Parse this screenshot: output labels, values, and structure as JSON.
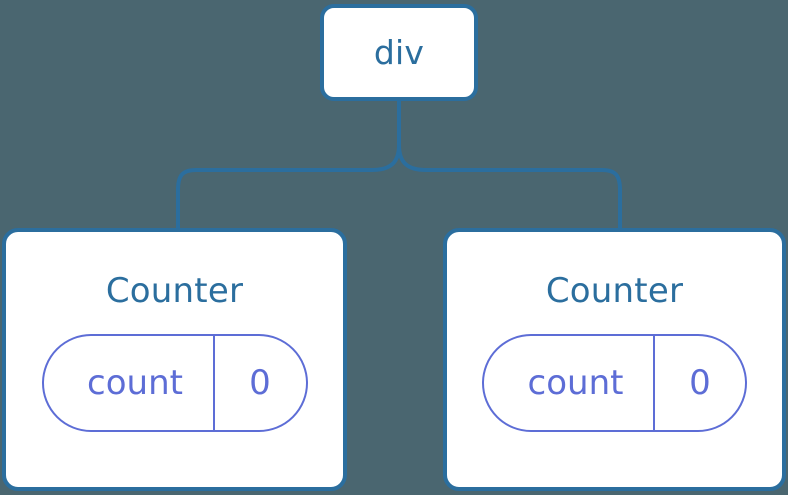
{
  "diagram": {
    "type": "component-tree",
    "background_color": "#4a6670",
    "node_border_color": "#2b6e9e",
    "node_fill_color": "#ffffff",
    "node_text_color": "#2b6e9e",
    "state_color": "#5d6dd6",
    "connector_color": "#2b6e9e",
    "root": {
      "label": "div"
    },
    "children": [
      {
        "label": "Counter",
        "state": {
          "key": "count",
          "value": "0"
        }
      },
      {
        "label": "Counter",
        "state": {
          "key": "count",
          "value": "0"
        }
      }
    ]
  }
}
